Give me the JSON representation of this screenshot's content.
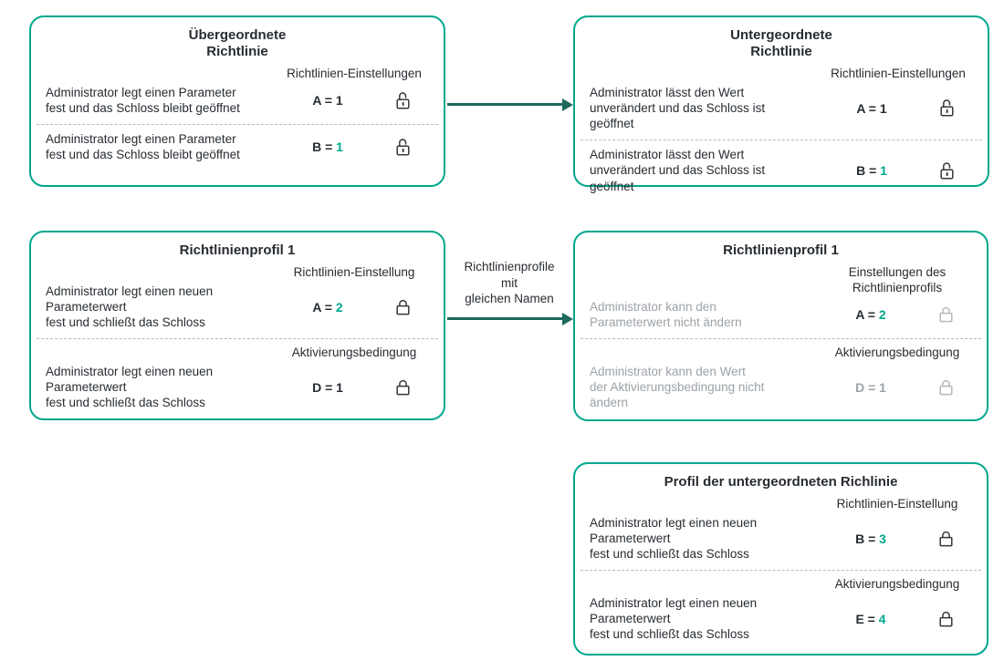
{
  "colors": {
    "teal": "#00A88E",
    "dark": "#272C31",
    "gray": "#9CA2A7",
    "arrow": "#1E685C",
    "lockdark": "#33383D",
    "lockgray": "#B3B8BB"
  },
  "arrows": {
    "profiles_label": "Richtlinienprofile\nmit\ngleichen Namen"
  },
  "boxes": {
    "parent_policy": {
      "title": "Übergeordnete\nRichtlinie",
      "sections": [
        {
          "header": "Richtlinien-Einstellungen",
          "desc": "Administrator legt einen Parameter\nfest und das Schloss bleibt geöffnet",
          "desc_tone": "dark",
          "param": "A = ",
          "param_tone": "dark",
          "value": "1",
          "value_tone": "dark",
          "lock": "open",
          "lock_tone": "dark"
        },
        {
          "desc": "Administrator legt einen Parameter\nfest und das Schloss bleibt geöffnet",
          "desc_tone": "dark",
          "param": "B = ",
          "param_tone": "dark",
          "value": "1",
          "value_tone": "teal",
          "lock": "open",
          "lock_tone": "dark"
        }
      ]
    },
    "child_policy": {
      "title": "Untergeordnete\nRichtlinie",
      "sections": [
        {
          "header": "Richtlinien-Einstellungen",
          "desc": "Administrator lässt den Wert\nunverändert und das Schloss ist\ngeöffnet",
          "desc_tone": "dark",
          "param": "A = ",
          "param_tone": "dark",
          "value": "1",
          "value_tone": "dark",
          "lock": "open",
          "lock_tone": "dark"
        },
        {
          "desc": "Administrator lässt den Wert\nunverändert und das Schloss ist\ngeöffnet",
          "desc_tone": "dark",
          "param": "B = ",
          "param_tone": "dark",
          "value": "1",
          "value_tone": "teal",
          "lock": "open",
          "lock_tone": "dark"
        }
      ]
    },
    "profile1": {
      "title": "Richtlinienprofil 1",
      "sections": [
        {
          "header": "Richtlinien-Einstellung",
          "desc": "Administrator legt einen neuen\nParameterwert\nfest und schließt das Schloss",
          "desc_tone": "dark",
          "param": "A = ",
          "param_tone": "dark",
          "value": "2",
          "value_tone": "teal",
          "lock": "closed",
          "lock_tone": "dark"
        },
        {
          "header": "Aktivierungsbedingung",
          "desc": "Administrator legt einen neuen\nParameterwert\nfest und schließt das Schloss",
          "desc_tone": "dark",
          "param": "D = ",
          "param_tone": "dark",
          "value": "1",
          "value_tone": "dark",
          "lock": "closed",
          "lock_tone": "dark"
        }
      ]
    },
    "profile1_child": {
      "title": "Richtlinienprofil 1",
      "sections": [
        {
          "header": "Einstellungen des\nRichtlinienprofils",
          "desc": "Administrator kann den\nParameterwert nicht ändern",
          "desc_tone": "gray",
          "param": "A = ",
          "param_tone": "dark",
          "value": "2",
          "value_tone": "teal",
          "lock": "closed",
          "lock_tone": "gray"
        },
        {
          "header": "Aktivierungsbedingung",
          "desc": "Administrator kann den Wert\nder Aktivierungsbedingung nicht\nändern",
          "desc_tone": "gray",
          "param": "D = ",
          "param_tone": "gray",
          "value": "1",
          "value_tone": "gray",
          "lock": "closed",
          "lock_tone": "gray"
        }
      ]
    },
    "child_profile": {
      "title": "Profil der untergeordneten Richlinie",
      "sections": [
        {
          "header": "Richtlinien-Einstellung",
          "desc": "Administrator legt einen neuen\nParameterwert\nfest und schließt das Schloss",
          "desc_tone": "dark",
          "param": "B = ",
          "param_tone": "dark",
          "value": "3",
          "value_tone": "teal",
          "lock": "closed",
          "lock_tone": "dark"
        },
        {
          "header": "Aktivierungsbedingung",
          "desc": "Administrator legt einen neuen\nParameterwert\nfest und schließt das Schloss",
          "desc_tone": "dark",
          "param": "E = ",
          "param_tone": "dark",
          "value": "4",
          "value_tone": "teal",
          "lock": "closed",
          "lock_tone": "dark"
        }
      ]
    }
  }
}
